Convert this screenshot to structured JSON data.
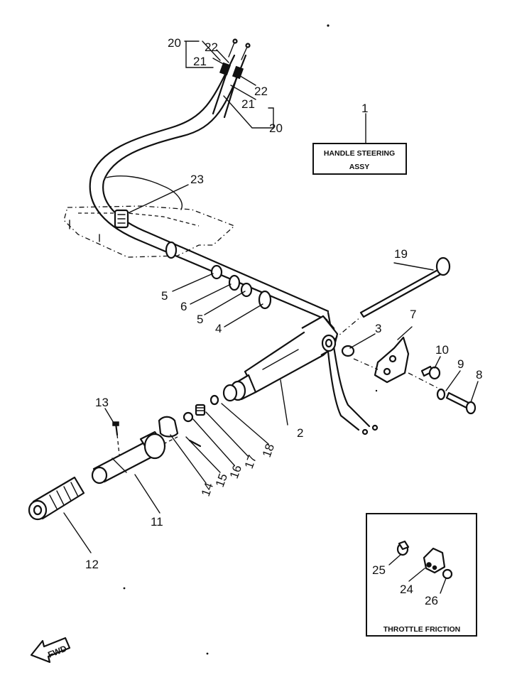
{
  "labels": {
    "p1": "1",
    "p2": "2",
    "p3": "3",
    "p4": "4",
    "p5a": "5",
    "p5b": "5",
    "p6": "6",
    "p7": "7",
    "p8": "8",
    "p9": "9",
    "p10": "10",
    "p11": "11",
    "p12": "12",
    "p13": "13",
    "p14": "14",
    "p15": "15",
    "p16": "16",
    "p17": "17",
    "p18": "18",
    "p19": "19",
    "p20a": "20",
    "p20b": "20",
    "p21a": "21",
    "p21b": "21",
    "p22a": "22",
    "p22b": "22",
    "p23": "23",
    "p24": "24",
    "p25": "25",
    "p26": "26"
  },
  "handle_box": {
    "line1": "HANDLE STEERING",
    "line2": "ASSY"
  },
  "friction_box": {
    "title": "THROTTLE FRICTION"
  },
  "fwd_arrow": {
    "label": "FWD"
  }
}
